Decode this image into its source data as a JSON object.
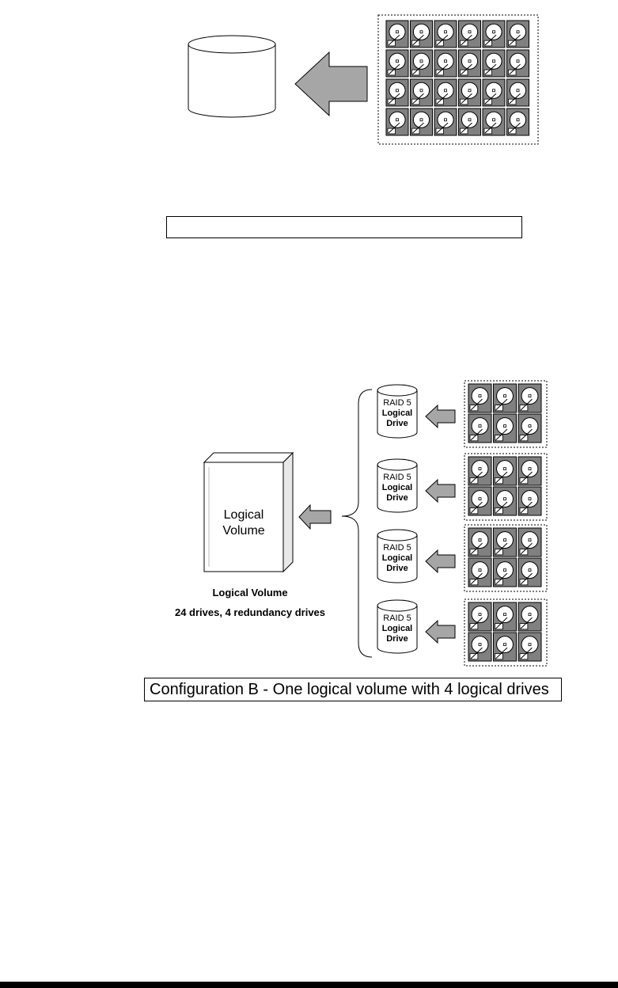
{
  "config_a": {
    "caption": "",
    "drive_grid": {
      "rows": 4,
      "cols": 6
    }
  },
  "config_b": {
    "volume_label_line1": "Logical",
    "volume_label_line2": "Volume",
    "volume_caption_line1": "Logical Volume",
    "volume_caption_line2": "24 drives, 4 redundancy drives",
    "logical_drives": [
      {
        "lines": [
          "RAID 5",
          "Logical",
          "Drive"
        ]
      },
      {
        "lines": [
          "RAID 5",
          "Logical",
          "Drive"
        ]
      },
      {
        "lines": [
          "RAID 5",
          "Logical",
          "Drive"
        ]
      },
      {
        "lines": [
          "RAID 5",
          "Logical",
          "Drive"
        ]
      }
    ],
    "drive_group": {
      "rows": 2,
      "cols": 3
    },
    "caption": "Configuration B - One logical volume with 4 logical drives"
  },
  "icons": {
    "hard_drive": "hard-drive-icon",
    "arrow": "left-arrow-icon",
    "cylinder": "database-cylinder-icon",
    "book": "book-icon",
    "brace": "curly-brace-icon"
  },
  "colors": {
    "drive_fill": "#808080",
    "arrow_fill": "#a6a6a6",
    "outline": "#000000"
  }
}
